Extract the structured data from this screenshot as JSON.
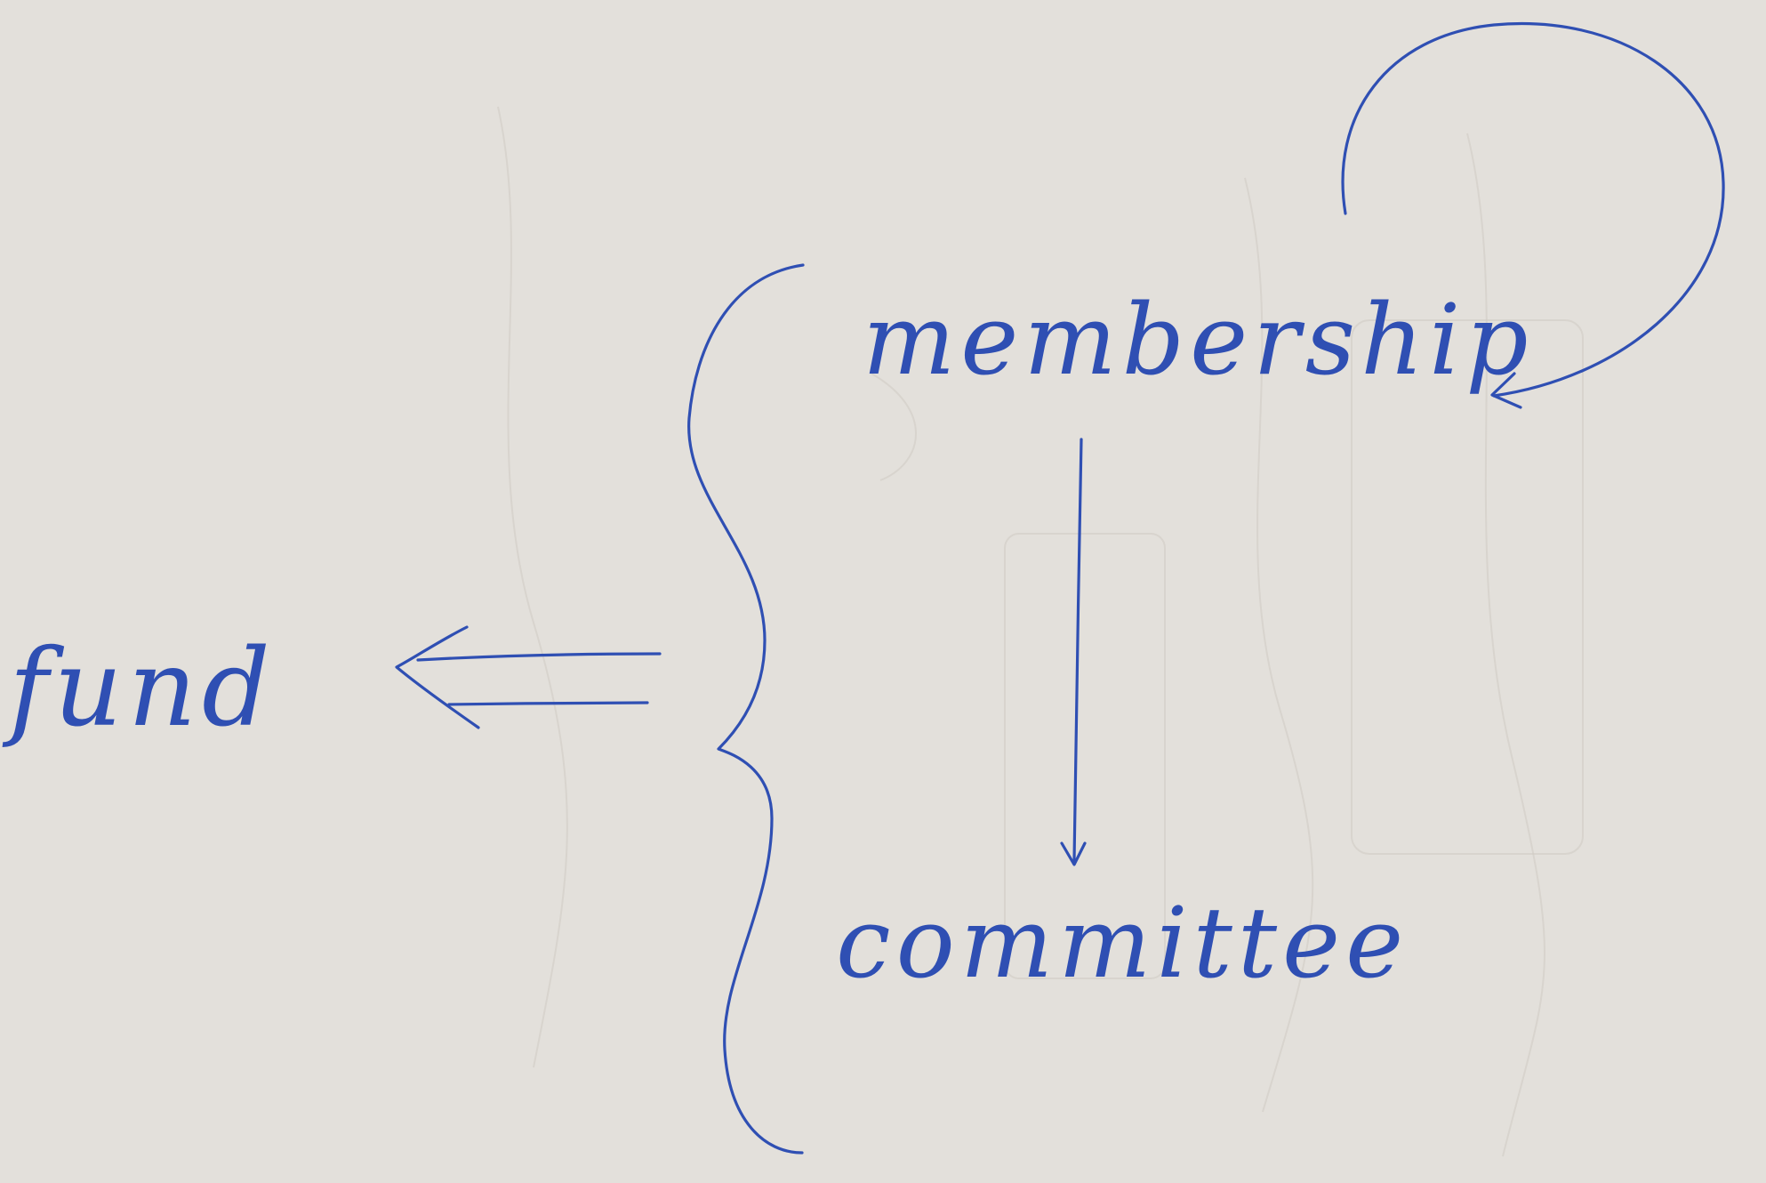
{
  "diagram": {
    "ink_color": "#2f4fb3",
    "paper_color": "#e3e0db",
    "nodes": [
      {
        "id": "membership",
        "label": "membership"
      },
      {
        "id": "committee",
        "label": "committee"
      },
      {
        "id": "fund",
        "label": "fund"
      }
    ],
    "edges": [
      {
        "from": "membership",
        "to": "committee",
        "style": "single-arrow"
      },
      {
        "from": "membership",
        "to": "membership",
        "style": "self-loop"
      },
      {
        "from": "group",
        "to": "fund",
        "style": "double-arrow"
      }
    ],
    "grouping": {
      "type": "curly-brace",
      "members": [
        "membership",
        "committee"
      ]
    }
  }
}
